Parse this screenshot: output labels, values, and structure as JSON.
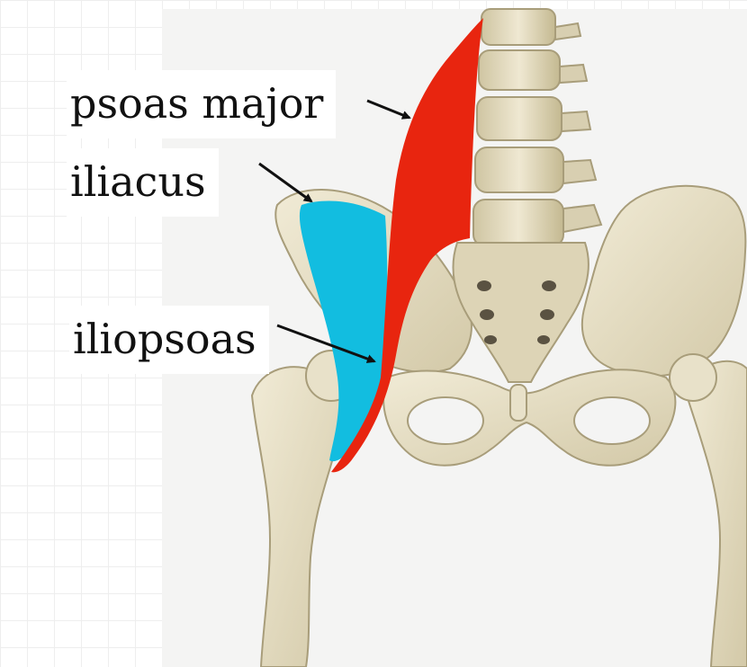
{
  "labels": {
    "psoas_major": "psoas major",
    "iliacus": "iliacus",
    "iliopsoas": "iliopsoas"
  },
  "colors": {
    "psoas_major": "#e8250f",
    "iliacus": "#12bde0",
    "bone": "#e6dfc6",
    "bone_shadow": "#b5aa88",
    "arrow": "#111111"
  }
}
